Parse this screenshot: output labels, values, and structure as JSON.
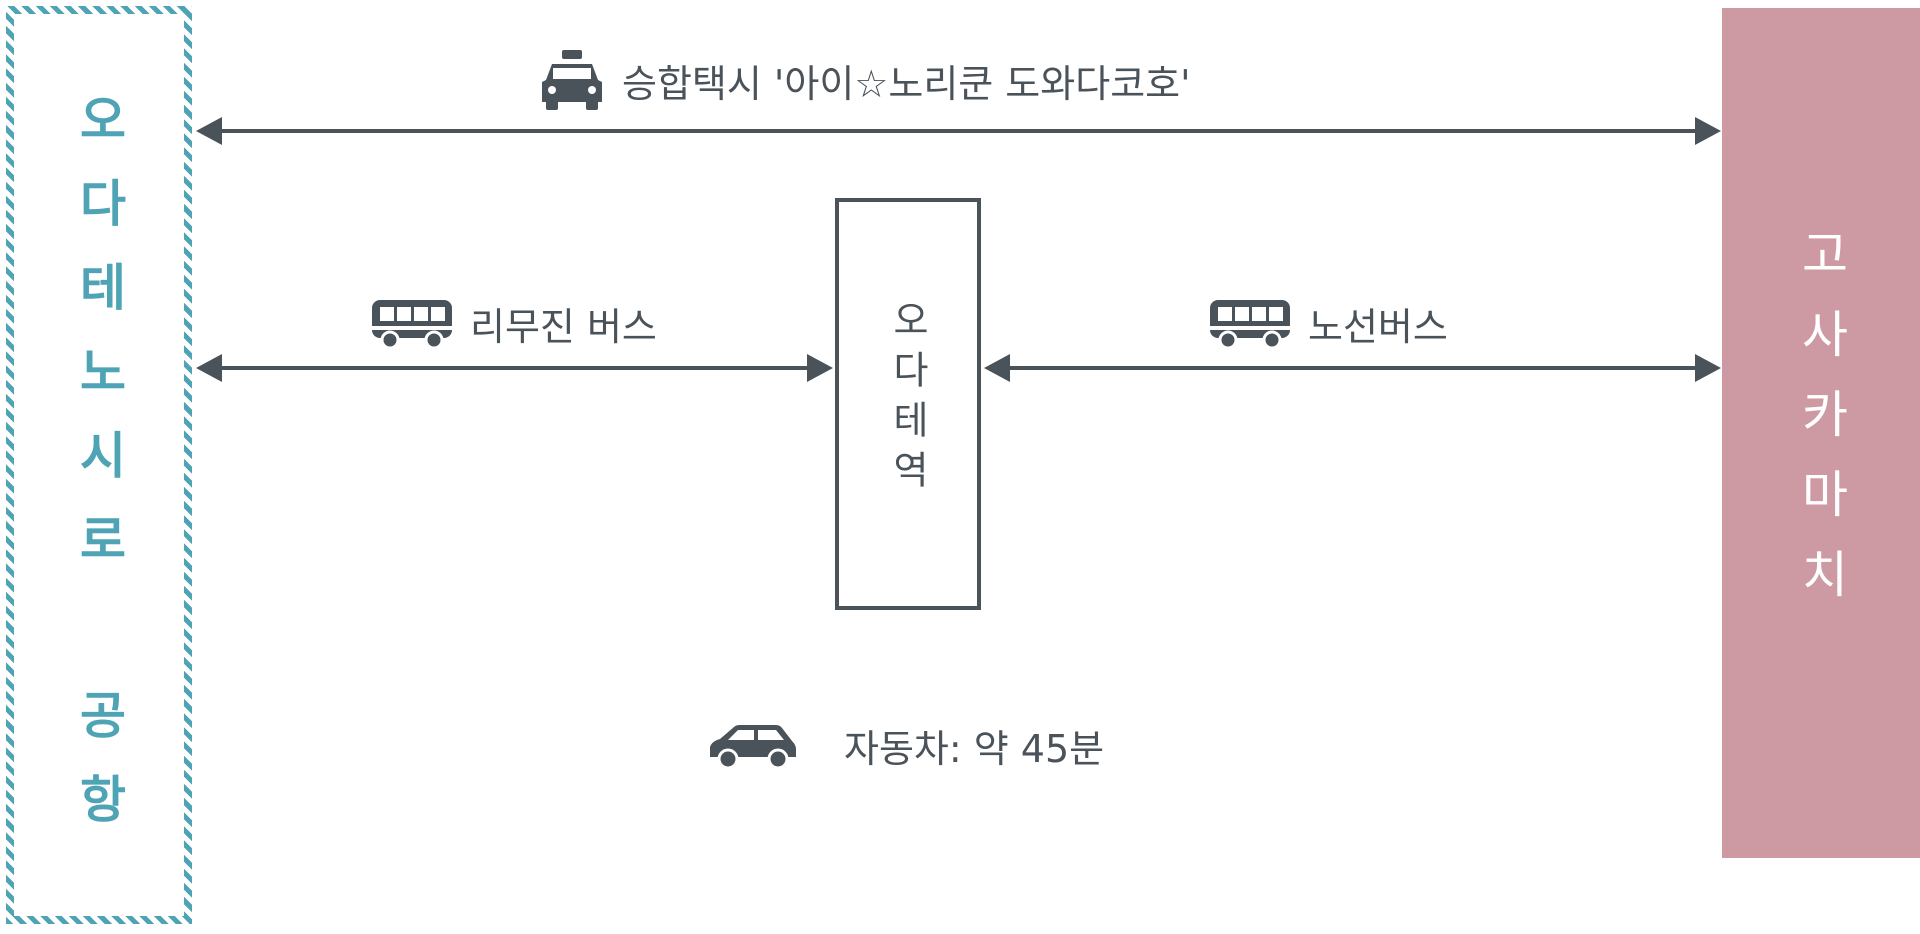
{
  "airport": {
    "label": "오다테노시로 공항"
  },
  "kosaka": {
    "label": "고사카마치"
  },
  "station": {
    "label": "오다테역"
  },
  "routes": {
    "taxi": {
      "label": "승합택시 '아이☆노리쿤 도와다코호'",
      "icon": "taxi-icon"
    },
    "limousine": {
      "label": "리무진 버스",
      "icon": "bus-icon"
    },
    "route_bus": {
      "label": "노선버스",
      "icon": "bus-icon"
    },
    "car": {
      "label": "자동차: 약 45분",
      "icon": "car-icon"
    }
  },
  "colors": {
    "airport": "#4ea3b5",
    "kosaka": "#cd9aa3",
    "line": "#4a525a"
  }
}
